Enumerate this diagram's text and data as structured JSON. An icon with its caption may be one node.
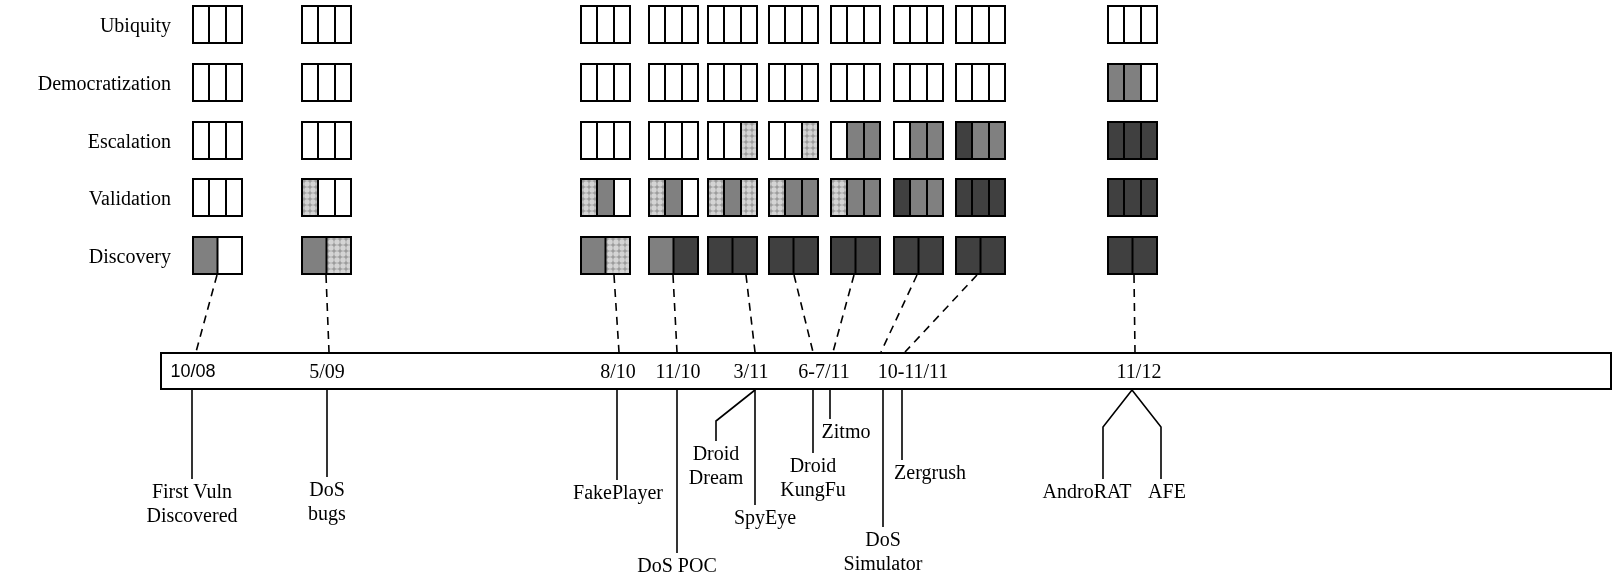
{
  "diagram": {
    "nodes": [
      {
        "text": [],
        "shape": "box"
      },
      {
        "text": [],
        "shape": "box"
      },
      {
        "text": [],
        "shape": "box"
      },
      {
        "text": [],
        "shape": "box"
      },
      {
        "text": [],
        "shape": "box"
      },
      {
        "text": [],
        "shape": "box"
      },
      {
        "text": [],
        "shape": "box"
      },
      {
        "text": [],
        "shape": "box"
      },
      {
        "text": [],
        "shape": "box"
      },
      {
        "text": [],
        "shape": "box"
      },
      {
        "text": [],
        "shape": "box"
      },
      {
        "text": [],
        "shape": "box"
      },
      {
        "text": [],
        "shape": "box"
      },
      {
        "text": [],
        "shape": "box"
      },
      {
        "text": [],
        "shape": "box"
      },
      {
        "text": [],
        "shape": "box"
      },
      {
        "text": [],
        "shape": "box"
      },
      {
        "text": [],
        "shape": "box"
      },
      {
        "text": [],
        "shape": "box"
      },
      {
        "text": [],
        "shape": "box"
      },
      {
        "text": [],
        "shape": "box"
      },
      {
        "text": [],
        "shape": "box"
      },
      {
        "text": [],
        "shape": "box"
      },
      {
        "text": [],
        "shape": "box"
      },
      {
        "text": [],
        "shape": "box"
      },
      {
        "text": [],
        "shape": "box"
      },
      {
        "text": [],
        "shape": "box"
      },
      {
        "text": [],
        "shape": "box"
      },
      {
        "text": [],
        "shape": "box"
      },
      {
        "text": [],
        "shape": "box"
      },
      {
        "text": [],
        "shape": "box"
      },
      {
        "text": [],
        "shape": "box"
      },
      {
        "text": [],
        "shape": "box"
      },
      {
        "text": [],
        "shape": "box"
      },
      {
        "text": [],
        "shape": "box"
      },
      {
        "text": [],
        "shape": "box"
      },
      {
        "text": [],
        "shape": "box"
      },
      {
        "text": [],
        "shape": "box"
      },
      {
        "text": [],
        "shape": "box"
      },
      {
        "text": [],
        "shape": "box"
      },
      {
        "text": [],
        "shape": "box"
      },
      {
        "text": [],
        "shape": "box"
      },
      {
        "text": [],
        "shape": "box"
      },
      {
        "text": [],
        "shape": "box"
      },
      {
        "text": [],
        "shape": "box"
      },
      {
        "text": [],
        "shape": "box"
      },
      {
        "text": [],
        "shape": "box"
      },
      {
        "text": [],
        "shape": "box"
      },
      {
        "text": [],
        "shape": "box"
      },
      {
        "text": [],
        "shape": "box"
      },
      {
        "text": [
          "10/08",
          "5/09",
          "8/10",
          "11/10",
          "3/11",
          "6-7/11",
          "10-11/11",
          "11/12"
        ]
      },
      {
        "text": [
          "First Vuln Discovered"
        ]
      },
      {
        "text": [
          "DoS bugs"
        ]
      },
      {
        "text": [
          "FakePlayer"
        ]
      },
      {
        "text": [
          "DoS POC"
        ]
      },
      {
        "text": [
          "Droid Dream"
        ]
      },
      {
        "text": [
          "SpyEye"
        ]
      },
      {
        "text": [
          "Droid KungFu"
        ]
      },
      {
        "text": [
          "Zitmo"
        ]
      },
      {
        "text": [
          "DoS Simulator"
        ]
      },
      {
        "text": [
          "Zergrush"
        ]
      },
      {
        "text": [
          "AndroRAT"
        ]
      },
      {
        "text": [
          "AFE"
        ]
      }
    ],
    "edges": [
      {
        "from": 40,
        "to": 50,
        "arrow": "none",
        "style": "dashed"
      },
      {
        "from": 41,
        "to": 50,
        "arrow": "none",
        "style": "dashed"
      },
      {
        "from": 42,
        "to": 50,
        "arrow": "none",
        "style": "dashed"
      },
      {
        "from": 43,
        "to": 50,
        "arrow": "none",
        "style": "dashed"
      },
      {
        "from": 44,
        "to": 50,
        "arrow": "none",
        "style": "dashed"
      },
      {
        "from": 45,
        "to": 50,
        "arrow": "none",
        "style": "dashed"
      },
      {
        "from": 46,
        "to": 50,
        "arrow": "none",
        "style": "dashed"
      },
      {
        "from": 47,
        "to": 50,
        "arrow": "none",
        "style": "dashed"
      },
      {
        "from": 48,
        "to": 50,
        "arrow": "none",
        "style": "dashed"
      },
      {
        "from": 49,
        "to": 50,
        "arrow": "none",
        "style": "dashed"
      },
      {
        "from": 50,
        "to": 51,
        "arrow": "none"
      },
      {
        "from": 50,
        "to": 52,
        "arrow": "none"
      },
      {
        "from": 50,
        "to": 53,
        "arrow": "none"
      },
      {
        "from": 50,
        "to": 54,
        "arrow": "none"
      },
      {
        "from": 50,
        "to": 55,
        "arrow": "none"
      },
      {
        "from": 50,
        "to": 56,
        "arrow": "none"
      },
      {
        "from": 50,
        "to": 57,
        "arrow": "none"
      },
      {
        "from": 50,
        "to": 58,
        "arrow": "none"
      },
      {
        "from": 50,
        "to": 59,
        "arrow": "none"
      },
      {
        "from": 50,
        "to": 60,
        "arrow": "none"
      },
      {
        "from": 50,
        "to": 61,
        "arrow": "none"
      },
      {
        "from": 50,
        "to": 62,
        "arrow": "none"
      }
    ],
    "labels": [
      "Ubiquity",
      "Democratization",
      "Escalation",
      "Validation",
      "Discovery"
    ]
  }
}
